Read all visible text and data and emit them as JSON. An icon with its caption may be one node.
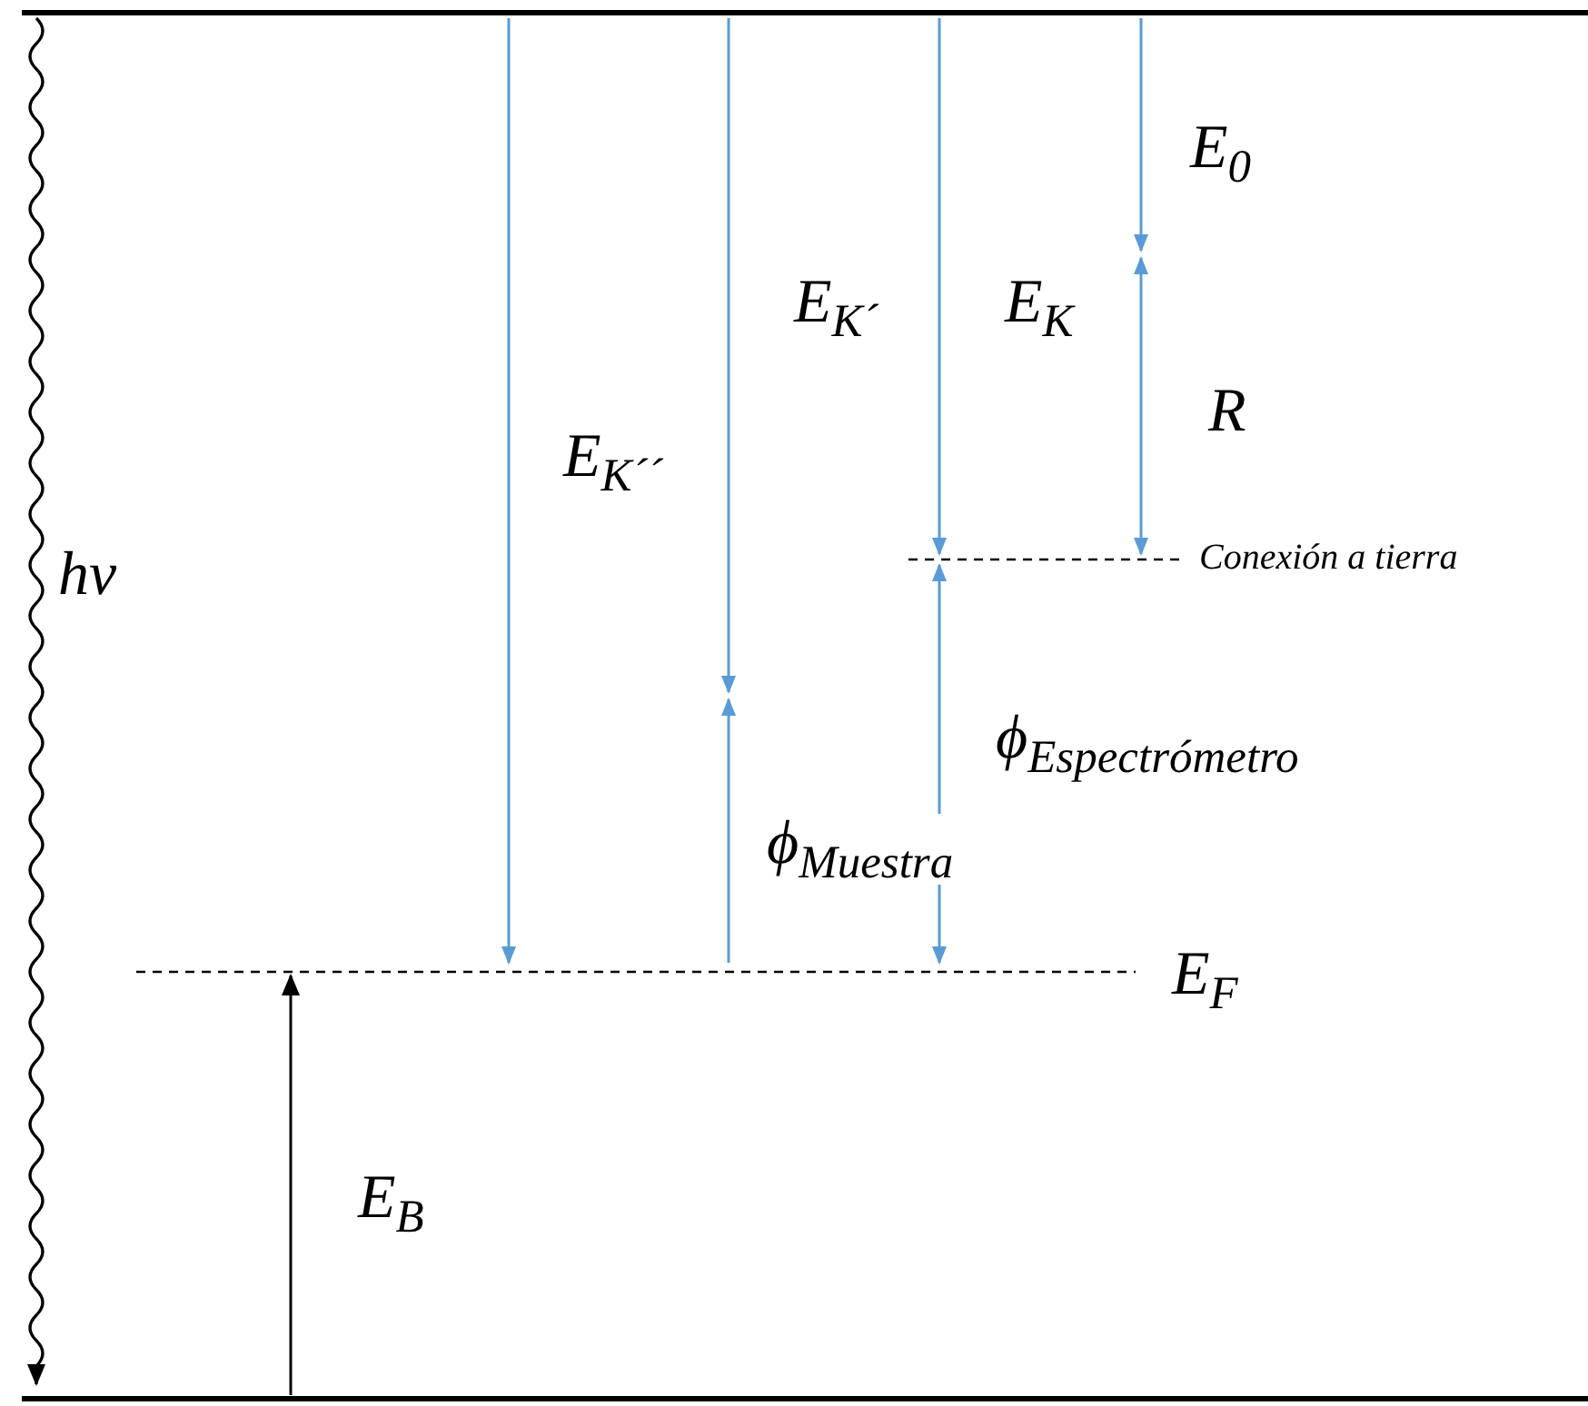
{
  "diagram": {
    "labels": [
      "E$_{0}$",
      "E$_{K´}$",
      "E$_{K}$",
      "R",
      "E$_{K´´}$",
      "Conexión a tierra",
      "hν",
      "ϕ$_{Espectrómetro}$",
      "ϕ$_{Muestra}$",
      "E$_{F}$",
      "E$_{B}$"
    ]
  }
}
